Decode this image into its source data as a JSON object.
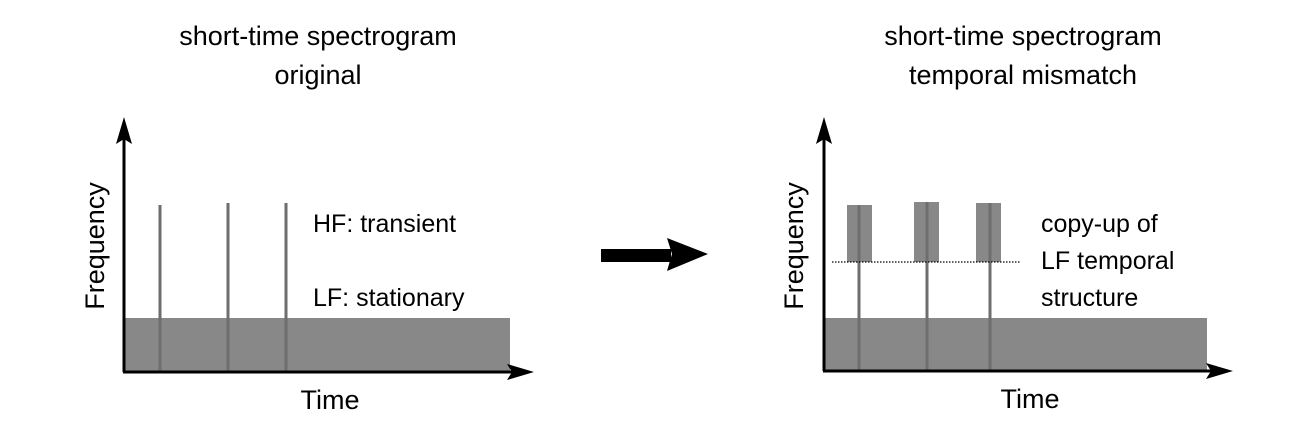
{
  "left_panel": {
    "title_line1": "short-time spectrogram",
    "title_line2": "original",
    "y_label": "Frequency",
    "x_label": "Time",
    "annotation_hf": "HF: transient",
    "annotation_lf": "LF: stationary"
  },
  "right_panel": {
    "title_line1": "short-time spectrogram",
    "title_line2": "temporal mismatch",
    "y_label": "Frequency",
    "x_label": "Time",
    "annotation_line1": "copy-up of",
    "annotation_line2": "LF temporal",
    "annotation_line3": "structure"
  },
  "colors": {
    "band_fill": "#888888",
    "transient_line": "#6e6e6e",
    "axis": "#000000"
  }
}
